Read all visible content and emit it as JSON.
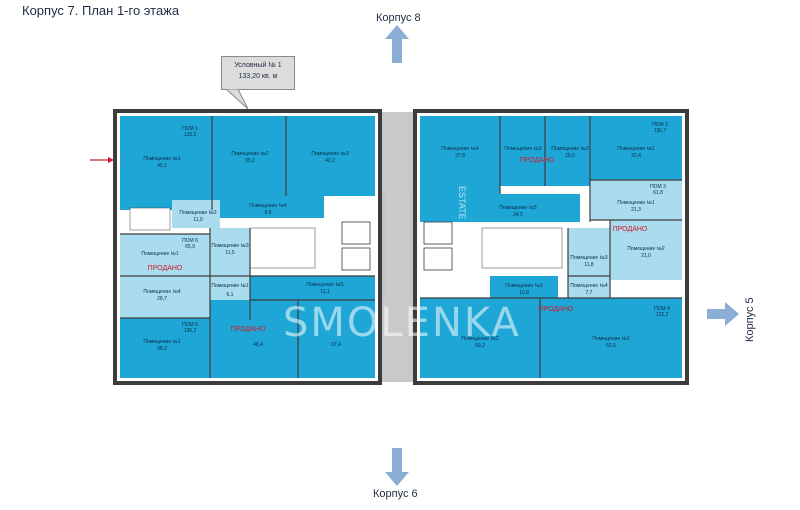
{
  "title": "Корпус 7. План 1-го этажа",
  "directions": {
    "north": "Корпус 8",
    "south": "Корпус 6",
    "east": "Корпус 5"
  },
  "callout": {
    "line1": "Условный № 1",
    "line2": "133,20 кв. м"
  },
  "watermark": "SMOLENKA",
  "watermark_small": "ESTATE",
  "colors": {
    "room": "#1ea7d6",
    "room_light": "#a9dcee",
    "core": "#bdbdbd",
    "wall": "#3c3c3c",
    "sold_text": "#d11a2a",
    "arrow": "#8aaed4"
  },
  "sold_label": "ПРОДАНО",
  "left_block": {
    "pom1": {
      "tag": "ПОМ 1",
      "area": "133,2"
    },
    "pom6": {
      "tag": "ПОМ 6",
      "area": "65,9"
    },
    "pom5": {
      "tag": "ПОМ 5",
      "area": "136,2"
    },
    "rooms": [
      {
        "name": "Помещение №1",
        "area": "45,1"
      },
      {
        "name": "Помещение №2",
        "area": "35,2"
      },
      {
        "name": "Помещение №3",
        "area": "42,2"
      },
      {
        "name": "Помещение №4",
        "area": "8,8"
      },
      {
        "name": "Помещение №2",
        "area": "11,0"
      },
      {
        "name": "Помещение №1",
        "area": ""
      },
      {
        "name": "Помещение №3",
        "area": "11,5"
      },
      {
        "name": "Помещение №4",
        "area": "28,7"
      },
      {
        "name": "Помещение №1",
        "area": "6,1"
      },
      {
        "name": "Помещение №5",
        "area": "11,1"
      },
      {
        "name": "Помещение №1",
        "area": "38,2"
      },
      {
        "name": "",
        "area": "48,4"
      },
      {
        "name": "",
        "area": "37,4"
      }
    ]
  },
  "right_block": {
    "pom2": {
      "tag": "ПОМ 2",
      "area": "136,7"
    },
    "pom3": {
      "tag": "ПОМ 3",
      "area": "61,8"
    },
    "pom4": {
      "tag": "ПОМ 4",
      "area": "132,2"
    },
    "rooms": [
      {
        "name": "Помещение №4",
        "area": "37,8"
      },
      {
        "name": "Помещение №3",
        "area": ""
      },
      {
        "name": "Помещение №2",
        "area": "25,0"
      },
      {
        "name": "Помещение №1",
        "area": "32,4"
      },
      {
        "name": "Помещение №5",
        "area": "24,5"
      },
      {
        "name": "Помещение №1",
        "area": "21,3"
      },
      {
        "name": "Помещение №2",
        "area": "21,0"
      },
      {
        "name": "Помещение №3",
        "area": "11,8"
      },
      {
        "name": "Помещение №4",
        "area": "7,7"
      },
      {
        "name": "Помещение №3",
        "area": "10,8"
      },
      {
        "name": "Помещение №2",
        "area": "59,2"
      },
      {
        "name": "Помещение №1",
        "area": "62,6"
      }
    ]
  }
}
